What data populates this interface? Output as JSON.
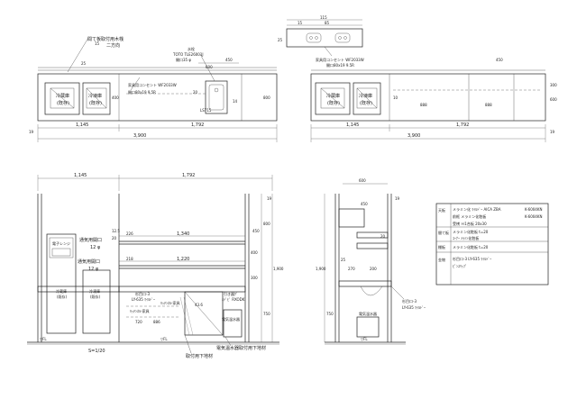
{
  "top_left": {
    "dims_bottom": [
      "1,145",
      "1,792"
    ],
    "overall": "3,900",
    "dims_top": [
      "25",
      "450"
    ],
    "dim_15": "15",
    "dim_400": "400",
    "dim_800": "800",
    "dim_600": "600",
    "dim_19": "19",
    "lbl_fridge": "冷蔵庫",
    "lbl_fridge_sub": "(既存)",
    "lbl_freezer": "冷凍庫",
    "lbl_freezer_sub": "(既存)",
    "ann_frame": "間て板取付用木桟",
    "ann_frame_sub": "二方向",
    "ann_outlet": "家具用コンセント WF2033W",
    "ann_opening": "開口80x19 9.5R",
    "ann_faucet": "水栓",
    "ann_faucet_model": "TOTO TLE26001J",
    "ann_faucet_sub": "開口35 φ",
    "lbl_sink": "LS715",
    "lbl_20": "20",
    "lbl_14": "14"
  },
  "top_right": {
    "dims_bottom": [
      "1,145",
      "1,792"
    ],
    "overall": "3,900",
    "dim_450": "450",
    "dim_300": "300",
    "dim_600": "600",
    "dim_888a": "888",
    "dim_888b": "888",
    "dim_10": "10",
    "dim_19": "19",
    "lbl_fridge": "冷蔵庫",
    "lbl_fridge_sub": "(既存)",
    "lbl_freezer": "冷凍庫",
    "lbl_freezer_sub": "(既存)"
  },
  "outlet_detail": {
    "dim_115": "115",
    "dim_15": "15",
    "dim_85": "85",
    "dim_25": "25",
    "ann": "家具用コンセント WF2033W",
    "ann_sub": "開口80x19 9.5R"
  },
  "front": {
    "dims_top": [
      "1,145",
      "1,792"
    ],
    "dim_1340": "1,340",
    "dim_1220": "1,220",
    "dim_226": "226",
    "dim_218": "218",
    "dim_125": "12.5",
    "dim_20": "20",
    "dim_450": "450",
    "dim_400": "400",
    "dim_300": "300",
    "dim_800": "800",
    "dim_1900": "1,900",
    "dim_750": "750",
    "dim_19": "19",
    "ann_vent1": "通気用開口",
    "ann_vent1_sub": "12 φ",
    "ann_vent2": "通気用開口",
    "ann_vent2_sub": "12 φ",
    "ann_panel": "杉目ロ-3",
    "ann_panel_sub": "LY-635 ﾏｲﾙﾄﾞｰ",
    "ann_kitchen": "ｷｯﾁﾝﾈﾙ-家具",
    "ann_kitchen2": "ｷｯﾁﾝﾈﾙ-家具",
    "dim_886": "886",
    "dim_436": "43.6",
    "dim_720": "720",
    "lbl_heater": "電気温水器",
    "ann_flush": "引き器ｹﾞ",
    "ann_flush_sub": "ﾒﾃﾞﾋﾞ RXODK",
    "lbl_fridge": "冷蔵庫",
    "lbl_fridge_sub": "(既存)",
    "lbl_freezer": "冷凍庫",
    "lbl_freezer_sub": "(既存)",
    "lbl_fl1": "▽FL",
    "lbl_fl2": "▽FL",
    "lbl_scale": "S=1/20",
    "lbl_microwave": "電子レンジ",
    "ann_base": "取付用下地材",
    "ann_base2": "電気温水器取付用下地材"
  },
  "side": {
    "dim_600": "600",
    "dim_450": "450",
    "dim_1900": "1,900",
    "dim_750": "750",
    "dim_270": "270",
    "dim_200": "200",
    "dim_25": "25",
    "dim_20": "20",
    "dim_19": "19",
    "lbl_heater": "電気温水器",
    "ann_panel": "杉目ロ-3",
    "ann_panel_sub": "LY-635 ﾏｲﾙﾄﾞｰ",
    "lbl_fl": "▽FL"
  },
  "spec_table": {
    "rows": [
      {
        "part": "天板",
        "lines": [
          {
            "text": "メラミン化 ﾏｲﾙﾄﾞｰ AICA ZBA",
            "code": "K-6004KN"
          },
          {
            "text": "前框  メラミン化粧板",
            "code": "K-6004KN"
          },
          {
            "text": "受桟 Ｈ1合板 20x30",
            "code": ""
          }
        ]
      },
      {
        "part": "間て板",
        "lines": [
          {
            "text": "メラミン化粧板  t=20",
            "code": ""
          },
          {
            "text": "ｺｰﾅｰ ﾒﾗﾐﾝ化粧板",
            "code": ""
          }
        ]
      },
      {
        "part": "棚板",
        "lines": [
          {
            "text": "メラミン化粧板  t=20",
            "code": ""
          }
        ]
      },
      {
        "part": "金物",
        "lines": [
          {
            "text": "杉目ロ-3  LY-635 ﾏｲﾙﾄﾞｰ",
            "code": ""
          },
          {
            "text": "ﾋﾟﾝｽﾘｯﾌﾟ",
            "code": ""
          }
        ]
      }
    ]
  }
}
